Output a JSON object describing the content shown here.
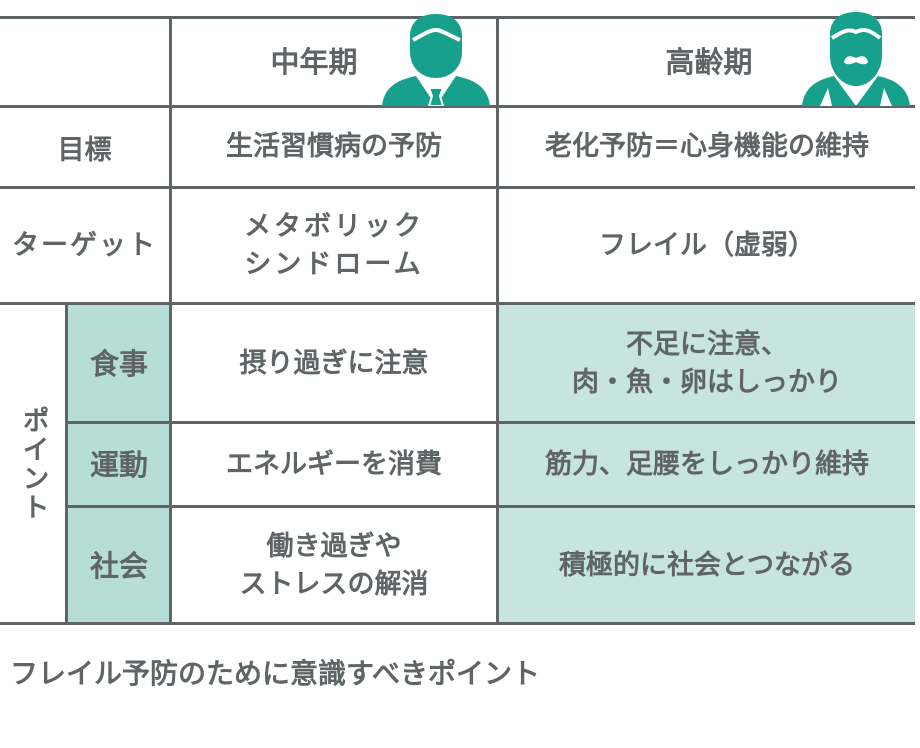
{
  "header": {
    "col_middle": "中年期",
    "col_elderly": "高齢期",
    "icons": {
      "middle": "businessman-icon",
      "elderly": "bearded-elder-icon"
    }
  },
  "rows": {
    "goal": {
      "label": "目標",
      "middle": "生活習慣病の予防",
      "elderly": "老化予防＝心身機能の維持"
    },
    "target": {
      "label": "ターゲット",
      "middle": "メタボリック\nシンドローム",
      "elderly": "フレイル（虚弱）"
    },
    "points": {
      "label": "ポイント",
      "items": [
        {
          "label": "食事",
          "middle": "摂り過ぎに注意",
          "elderly": "不足に注意、\n肉・魚・卵はしっかり"
        },
        {
          "label": "運動",
          "middle": "エネルギーを消費",
          "elderly": "筋力、足腰をしっかり維持"
        },
        {
          "label": "社会",
          "middle": "働き過ぎや\nストレスの解消",
          "elderly": "積極的に社会とつながる"
        }
      ]
    }
  },
  "caption": "フレイル予防のために意識すべきポイント",
  "colors": {
    "border": "#5f6566",
    "text": "#5f6566",
    "accent_teal": "#17a08b",
    "highlight_bg": "#c7e4df",
    "label_bg": "#b6ddd6"
  }
}
